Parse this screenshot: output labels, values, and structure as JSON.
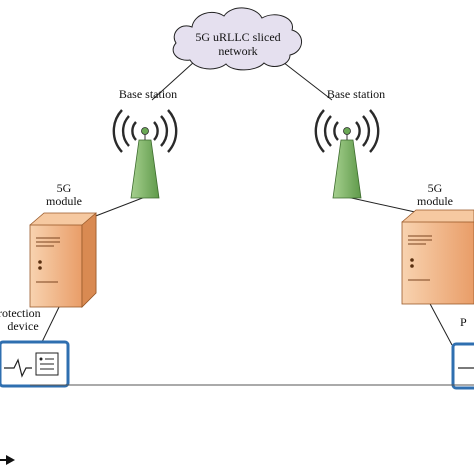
{
  "cloud": {
    "line1": "5G uRLLC sliced",
    "line2": "network"
  },
  "base_station_left": {
    "label": "Base station"
  },
  "base_station_right": {
    "label": "Base station"
  },
  "module_left": {
    "line1": "5G",
    "line2": "module"
  },
  "module_right": {
    "line1": "5G",
    "line2": "module"
  },
  "device_left": {
    "line1": "rotection",
    "line2": "device"
  },
  "device_right": {
    "line1": "P"
  },
  "colors": {
    "cloud_fill": "#e5e0ef",
    "tower_fill": "#7fb36a",
    "server_fill": "#f2b98a",
    "device_border": "#2f6fb0",
    "wave_stroke": "#2a2a2a"
  }
}
